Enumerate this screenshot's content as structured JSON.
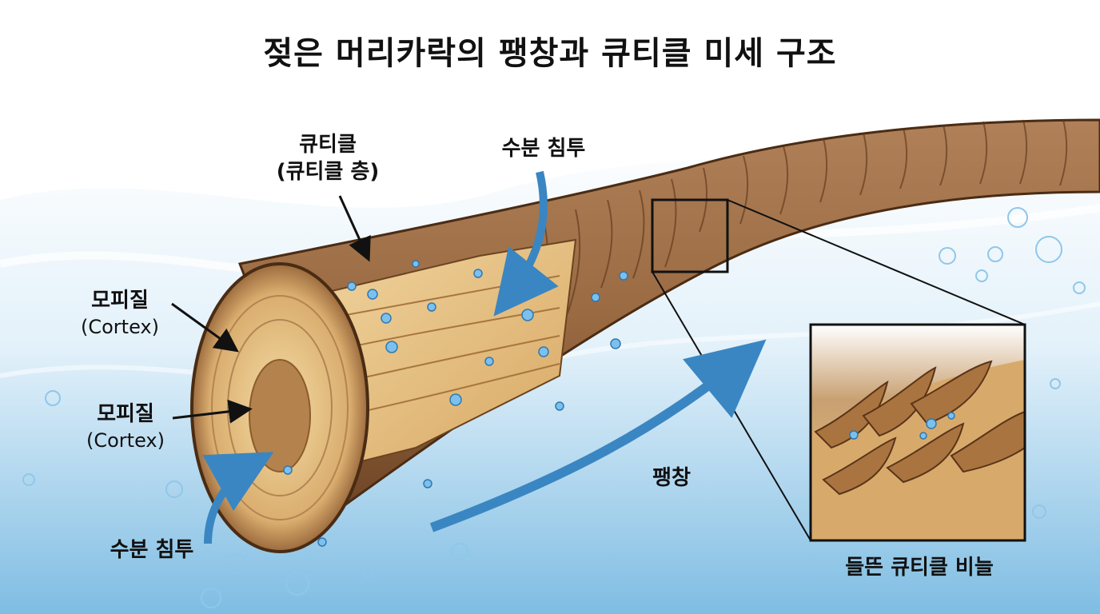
{
  "title": "젖은 머리카락의 팽창과 큐티클 미세 구조",
  "labels": {
    "cuticle": {
      "main": "큐티클",
      "sub": "(큐티클 층)"
    },
    "water_top": "수분 침투",
    "cortex_outer": {
      "main": "모피질",
      "sub": "(Cortex)"
    },
    "cortex_inner": {
      "main": "모피질",
      "sub": "(Cortex)"
    },
    "water_bottom": "수분 침투",
    "swelling": "팽창",
    "lifted_scales": "들뜬 큐티클 비늘"
  },
  "colors": {
    "water_light": "#e6f3fb",
    "water_dark": "#5aa3d3",
    "hair_outer": "#8a5a32",
    "hair_core": "#e8c487",
    "arrow_blue": "#3a86c2"
  }
}
